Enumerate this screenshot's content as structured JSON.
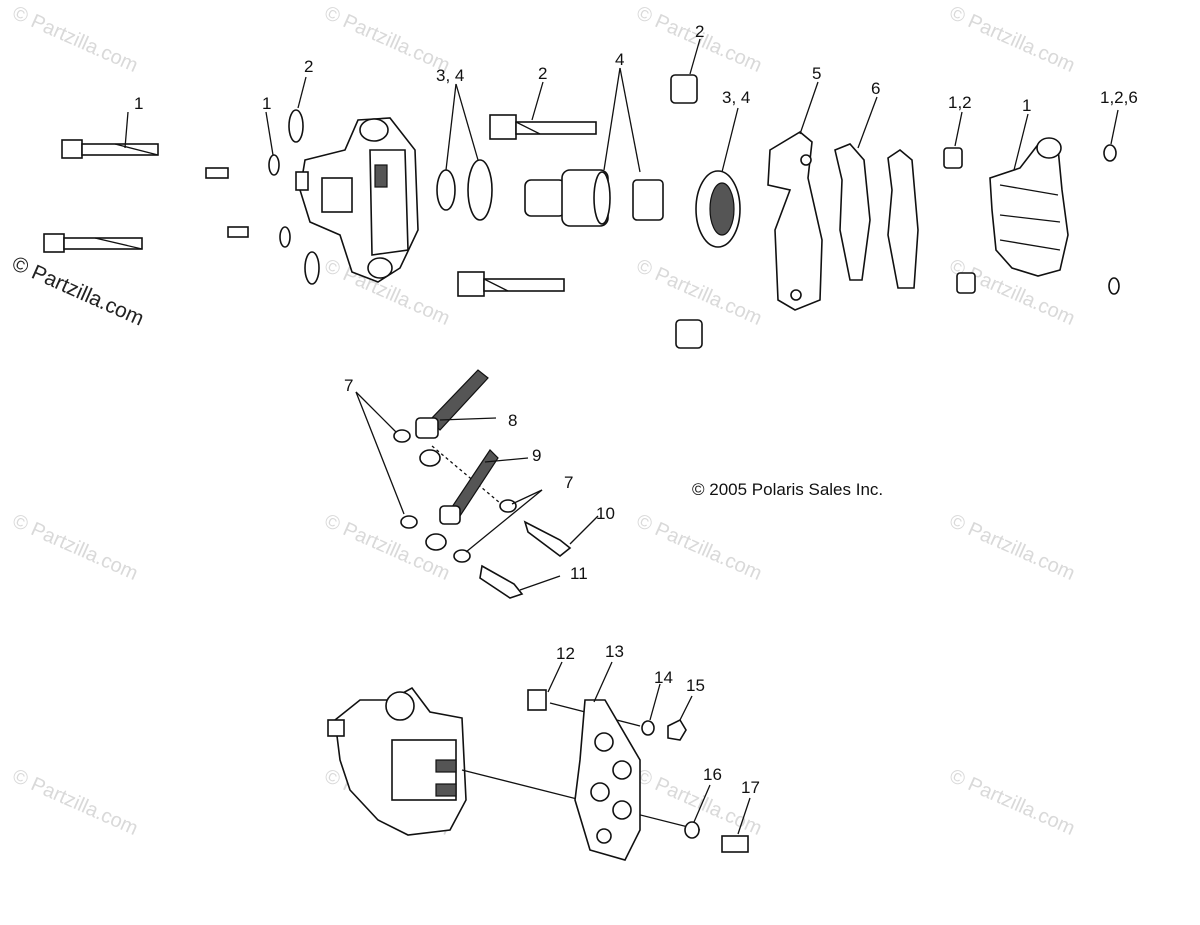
{
  "watermark": "© Partzilla.com",
  "watermark_main": "© Partzilla.com",
  "copyright": "© 2005 Polaris Sales Inc.",
  "callouts": {
    "c1a": "1",
    "c1b": "1",
    "c2a": "2",
    "c34a": "3, 4",
    "c2b": "2",
    "c4": "4",
    "c2c": "2",
    "c34b": "3, 4",
    "c5": "5",
    "c6": "6",
    "c12a": "1,2",
    "c1c": "1",
    "c126": "1,2,6",
    "c7a": "7",
    "c8": "8",
    "c9": "9",
    "c7b": "7",
    "c10": "10",
    "c11": "11",
    "c12": "12",
    "c13": "13",
    "c14": "14",
    "c15": "15",
    "c16": "16",
    "c17": "17"
  }
}
